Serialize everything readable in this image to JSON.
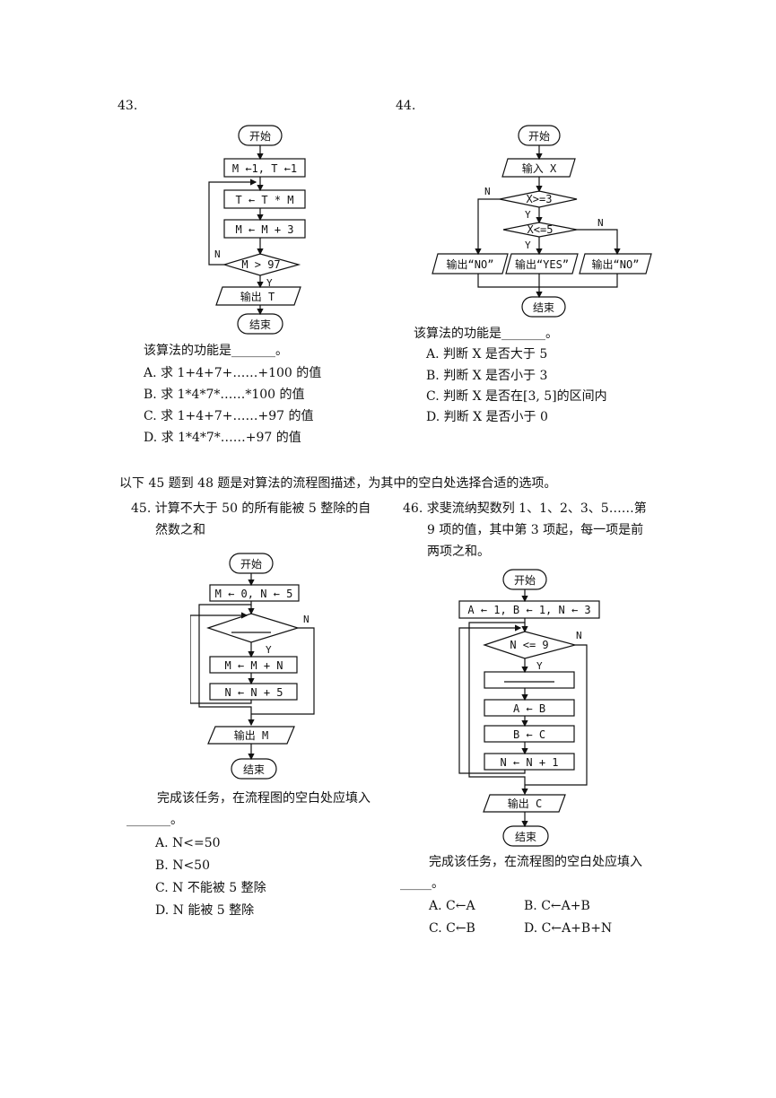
{
  "q43": {
    "number": "43.",
    "fc": {
      "start": "开始",
      "init": "M ←1, T ←1",
      "mult": "T ← T * M",
      "add": "M ← M + 3",
      "cond": "M > 97",
      "output": "输出 T",
      "end": "结束",
      "no": "N",
      "yes": "Y"
    },
    "stem": "该算法的功能是_______。",
    "options": [
      "A.  求 1+4+7+……+100 的值",
      "B.  求 1*4*7*……*100 的值",
      "C.  求 1+4+7+……+97 的值",
      "D.  求 1*4*7*……+97 的值"
    ]
  },
  "q44": {
    "number": "44.",
    "fc": {
      "start": "开始",
      "input": "输入 X",
      "cond1": "X>=3",
      "cond2": "X<=5",
      "out_no_left": "输出“NO”",
      "out_yes": "输出“YES”",
      "out_no_right": "输出“NO”",
      "end": "结束",
      "no": "N",
      "yes": "Y"
    },
    "stem": "该算法的功能是_______。",
    "options": [
      "A.  判断 X 是否大于 5",
      "B.  判断 X 是否小于 3",
      "C.  判断 X 是否在[3, 5]的区间内",
      "D.  判断 X 是否小于 0"
    ]
  },
  "intro": "以下 45 题到 48 题是对算法的流程图描述，为其中的空白处选择合适的选项。",
  "q45": {
    "line1": "45. 计算不大于 50 的所有能被 5 整除的自",
    "line2": "然数之和",
    "fc": {
      "start": "开始",
      "init": "M ← 0, N ← 5",
      "add": "M ← M + N",
      "inc": "N ← N + 5",
      "output": "输出 M",
      "end": "结束",
      "no": "N",
      "yes": "Y"
    },
    "stem1": "完成该任务，在流程图的空白处应填入",
    "stem2": "_______。",
    "options": [
      "A.  N<=50",
      "B.  N<50",
      "C.  N 不能被 5 整除",
      "D.  N 能被 5 整除"
    ]
  },
  "q46": {
    "line1": "46. 求斐流纳契数列 1、1、2、3、5……第",
    "line2": "9 项的值，其中第 3 项起，每一项是前",
    "line3": "两项之和。",
    "fc": {
      "start": "开始",
      "init": "A ← 1, B ← 1, N ← 3",
      "cond": "N <= 9",
      "ab": "A ← B",
      "bc": "B ← C",
      "inc": "N ← N + 1",
      "output": "输出 C",
      "end": "结束",
      "no": "N",
      "yes": "Y"
    },
    "stem1": "完成该任务，在流程图的空白处应填入",
    "stem2": "_____。",
    "options": [
      "A. C←A",
      "B.  C←A+B",
      "C.  C←B",
      "D.  C←A+B+N"
    ]
  }
}
